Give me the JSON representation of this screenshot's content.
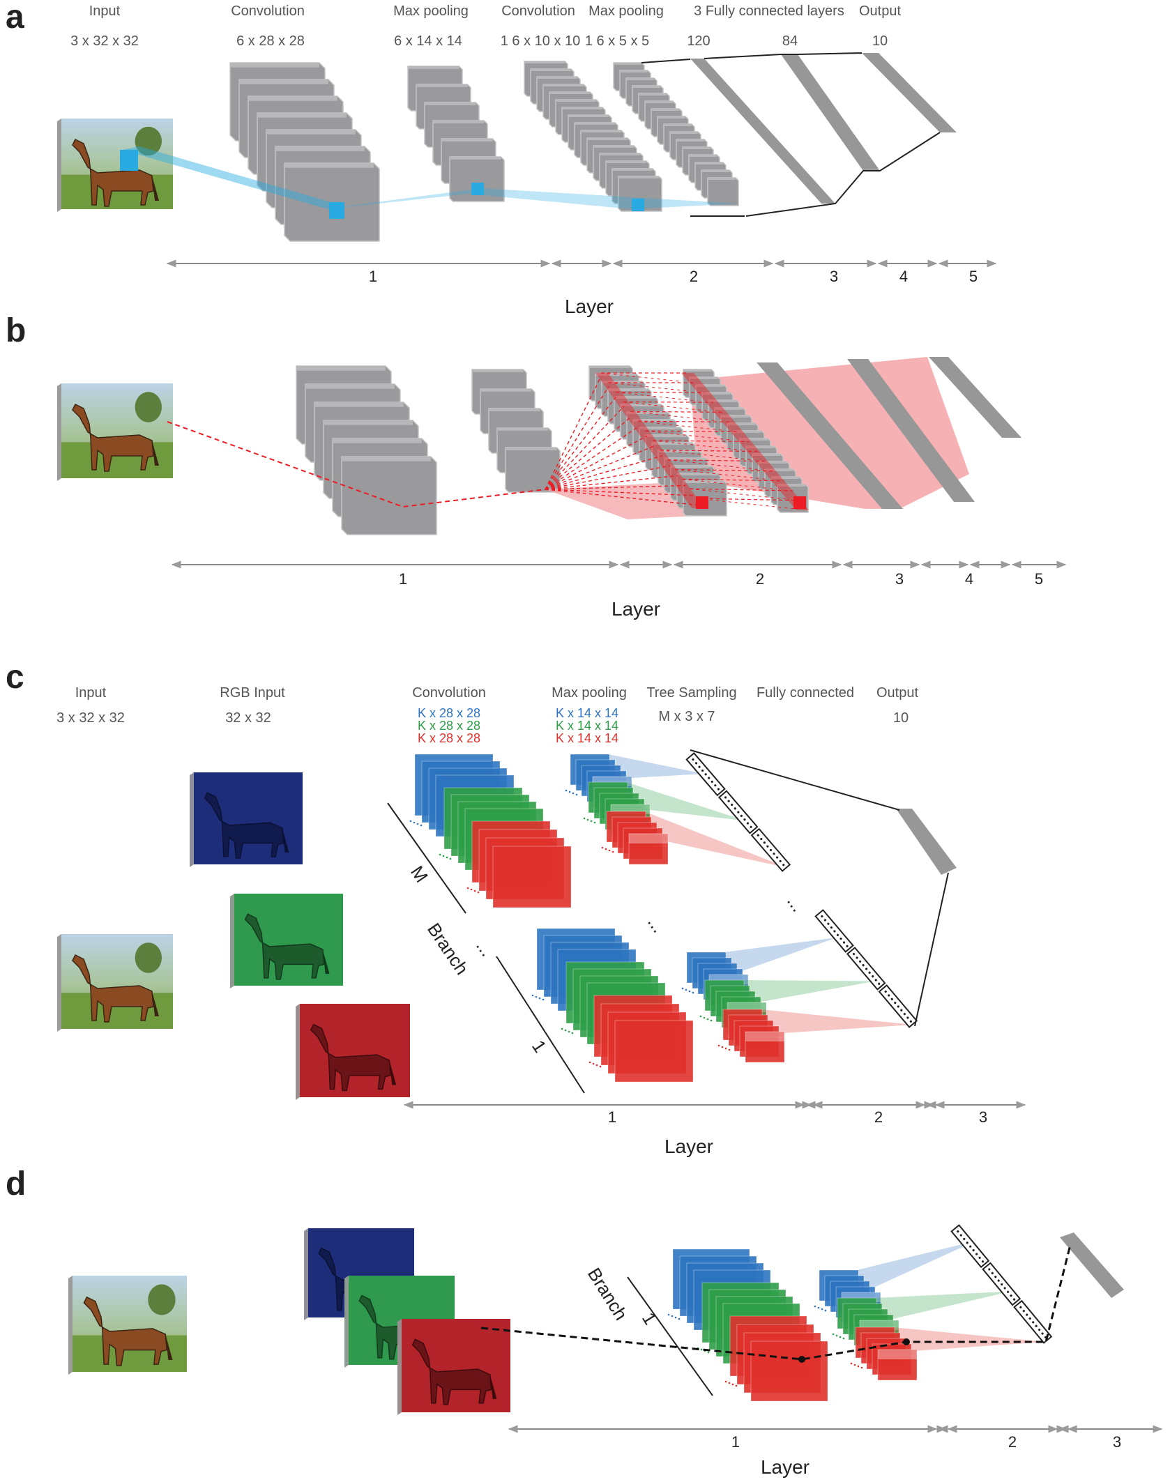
{
  "colors": {
    "fmap_front": "#9a9a9c",
    "fmap_edge": "#c4c4c6",
    "fc_bar": "#979797",
    "highlight_cyan": "#29abe2",
    "highlight_red": "#ed1c24",
    "red_fill": "#f4a9ab",
    "ch_blue": "#2e74c0",
    "ch_green": "#2f9e48",
    "ch_red": "#e0312c",
    "axis": "#888888"
  },
  "icons": {
    "input_image": "horse-photo-icon",
    "blue_channel": "blue-channel-horse-icon",
    "green_channel": "green-channel-horse-icon",
    "red_channel": "red-channel-horse-icon"
  },
  "panel_a": {
    "label": "a",
    "headers": [
      {
        "name": "Input",
        "dims": "3 x 32 x 32"
      },
      {
        "name": "Convolution",
        "dims": "6 x 28 x 28"
      },
      {
        "name": "Max pooling",
        "dims": "6 x 14 x 14"
      },
      {
        "name": "Convolution",
        "dims": "1 6 x 10 x 10"
      },
      {
        "name": "Max pooling",
        "dims": "1 6 x 5 x 5"
      },
      {
        "name": "3 Fully connected layers",
        "dims": "120"
      },
      {
        "name": "",
        "dims": "84"
      },
      {
        "name": "Output",
        "dims": "10"
      }
    ],
    "axis_numbers": [
      "1",
      "2",
      "3",
      "4",
      "5"
    ],
    "axis_title": "Layer"
  },
  "panel_b": {
    "label": "b",
    "axis_numbers": [
      "1",
      "2",
      "3",
      "4",
      "5"
    ],
    "axis_title": "Layer"
  },
  "panel_c": {
    "label": "c",
    "headers": [
      {
        "name": "Input",
        "dims": "3 x 32 x 32"
      },
      {
        "name": "RGB Input",
        "dims": "32 x 32"
      },
      {
        "name": "Convolution",
        "dims": ""
      },
      {
        "name": "Max pooling",
        "dims": ""
      },
      {
        "name": "Tree Sampling",
        "dims": "M x 3 x 7"
      },
      {
        "name": "Fully connected",
        "dims": ""
      },
      {
        "name": "Output",
        "dims": "10"
      }
    ],
    "conv_dims": [
      "K x 28 x 28",
      "K x 28 x 28",
      "K x 28 x 28"
    ],
    "pool_dims": [
      "K x 14 x 14",
      "K x 14 x 14",
      "K x 14 x 14"
    ],
    "branch_label": "Branch",
    "branch_top": "M",
    "branch_bottom": "1",
    "ellipsis": "...",
    "axis_numbers": [
      "1",
      "2",
      "3"
    ],
    "axis_title": "Layer"
  },
  "panel_d": {
    "label": "d",
    "branch_label": "Branch",
    "branch_index": "1",
    "axis_numbers": [
      "1",
      "2",
      "3"
    ],
    "axis_title": "Layer"
  }
}
